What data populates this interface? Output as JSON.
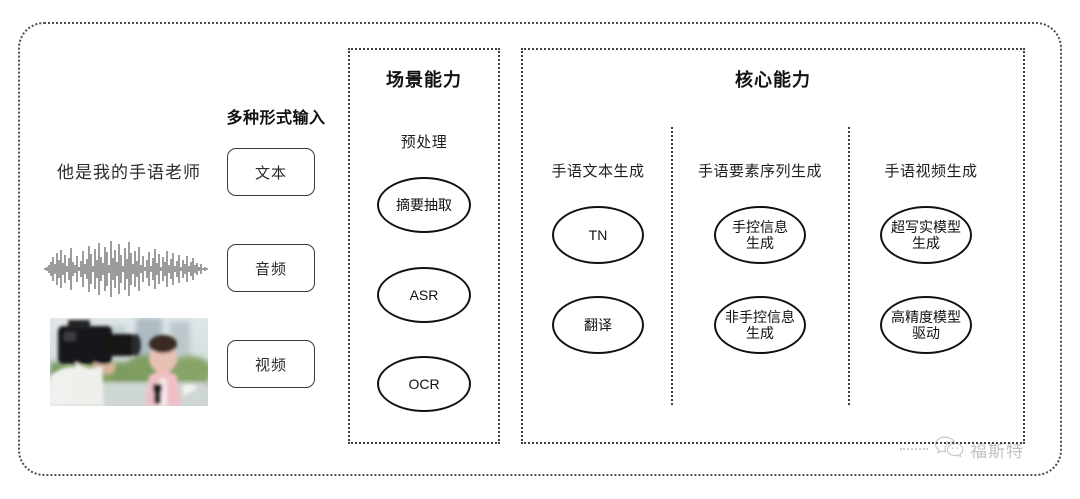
{
  "diagram": {
    "title_hidden": "",
    "input_panel": {
      "heading": "多种形式输入",
      "sample_text": "他是我的手语老师",
      "modality_buttons": [
        {
          "label": "文本",
          "icon": "text-icon"
        },
        {
          "label": "音频",
          "icon": "audio-waveform-icon"
        },
        {
          "label": "视频",
          "icon": "video-thumbnail-icon"
        }
      ],
      "media": {
        "waveform_name": "audio-waveform",
        "video_name": "video-thumbnail"
      }
    },
    "scene_section": {
      "title": "场景能力",
      "group_label": "预处理",
      "nodes": [
        {
          "label": "摘要抽取"
        },
        {
          "label": "ASR"
        },
        {
          "label": "OCR"
        }
      ]
    },
    "core_section": {
      "title": "核心能力",
      "columns": [
        {
          "label": "手语文本生成",
          "nodes": [
            {
              "label": "TN"
            },
            {
              "label": "翻译"
            }
          ]
        },
        {
          "label": "手语要素序列生成",
          "nodes": [
            {
              "label": "手控信息\n生成"
            },
            {
              "label": "非手控信息\n生成"
            }
          ]
        },
        {
          "label": "手语视频生成",
          "nodes": [
            {
              "label": "超写实模型\n生成"
            },
            {
              "label": "高精度模型\n驱动"
            }
          ]
        }
      ]
    },
    "watermark": {
      "text": "福斯特",
      "icon": "wechat-icon"
    },
    "colors": {
      "border": "#3d3d3d",
      "outer_border": "#4d4d4d",
      "text": "#1a1a1a",
      "ellipse_stroke": "#111111",
      "background": "#ffffff"
    }
  }
}
